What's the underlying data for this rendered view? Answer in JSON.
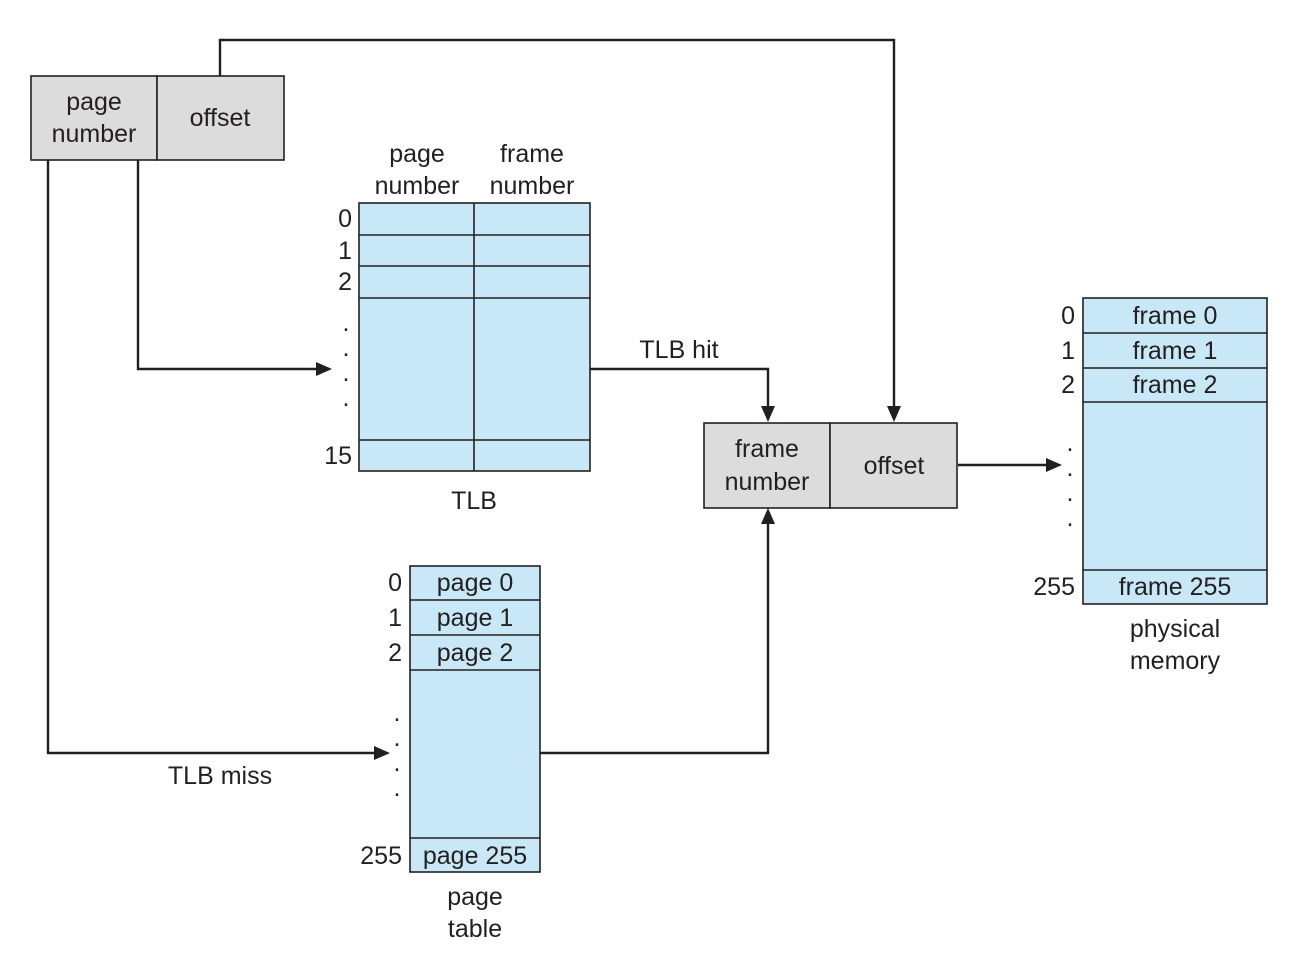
{
  "colors": {
    "register_fill": "#dcdcdc",
    "table_fill": "#c8e8f8",
    "line": "#231f20",
    "text": "#231f20"
  },
  "logical_address": {
    "page_number_label": [
      "page",
      "number"
    ],
    "offset_label": "offset"
  },
  "tlb": {
    "header_page": [
      "page",
      "number"
    ],
    "header_frame": [
      "frame",
      "number"
    ],
    "row_indices": [
      "0",
      "1",
      "2",
      "15"
    ],
    "caption": "TLB",
    "ellipsis": "."
  },
  "tlb_hit_label": "TLB hit",
  "tlb_miss_label": "TLB miss",
  "physical_address": {
    "frame_number_label": [
      "frame",
      "number"
    ],
    "offset_label": "offset"
  },
  "page_table": {
    "row_indices": [
      "0",
      "1",
      "2",
      "255"
    ],
    "entries": [
      "page 0",
      "page 1",
      "page 2",
      "page 255"
    ],
    "caption": [
      "page",
      "table"
    ],
    "ellipsis": "."
  },
  "physical_memory": {
    "row_indices": [
      "0",
      "1",
      "2",
      "255"
    ],
    "entries": [
      "frame 0",
      "frame 1",
      "frame 2",
      "frame 255"
    ],
    "caption": [
      "physical",
      "memory"
    ],
    "ellipsis": "."
  }
}
